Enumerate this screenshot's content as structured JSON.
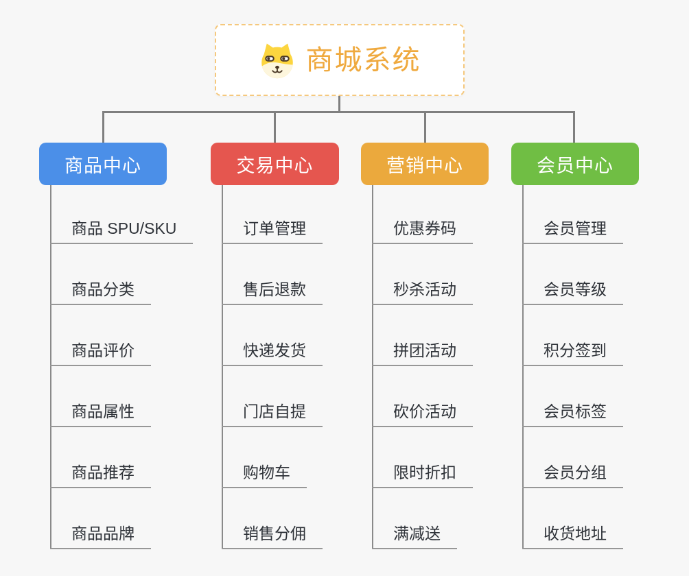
{
  "root": {
    "title": "商城系统",
    "icon": "dog-icon",
    "border_color": "#f5c87d",
    "title_color": "#efa93e"
  },
  "branches": [
    {
      "label": "商品中心",
      "color": "#4b8fe8",
      "children": [
        "商品 SPU/SKU",
        "商品分类",
        "商品评价",
        "商品属性",
        "商品推荐",
        "商品品牌"
      ]
    },
    {
      "label": "交易中心",
      "color": "#e5564f",
      "children": [
        "订单管理",
        "售后退款",
        "快递发货",
        "门店自提",
        "购物车",
        "销售分佣"
      ]
    },
    {
      "label": "营销中心",
      "color": "#eba93d",
      "children": [
        "优惠券码",
        "秒杀活动",
        "拼团活动",
        "砍价活动",
        "限时折扣",
        "满减送"
      ]
    },
    {
      "label": "会员中心",
      "color": "#70be44",
      "children": [
        "会员管理",
        "会员等级",
        "积分签到",
        "会员标签",
        "会员分组",
        "收货地址"
      ]
    }
  ],
  "palette": {
    "background": "#f7f7f7",
    "connector": "#7f7f7f",
    "leaf_line": "#979797",
    "leaf_text": "#2e3238"
  }
}
